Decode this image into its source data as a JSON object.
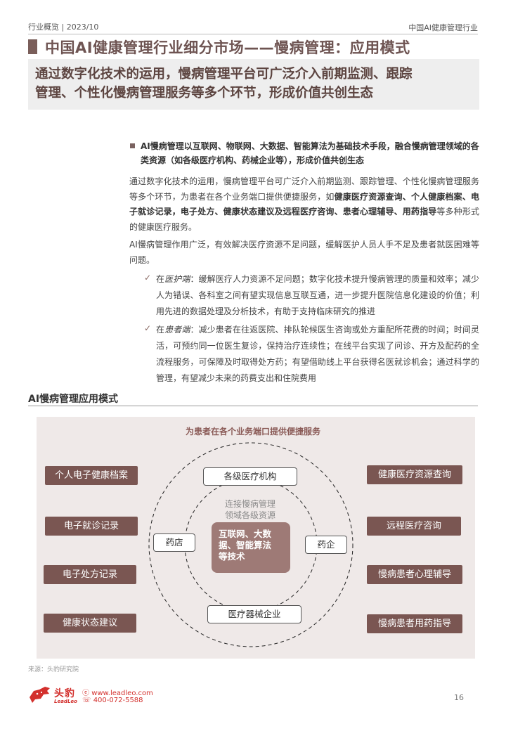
{
  "header": {
    "left": "行业概览 | 2023/10",
    "right": "中国AI健康管理行业"
  },
  "title": "中国AI健康管理行业细分市场——慢病管理：应用模式",
  "summary": {
    "line1": "通过数字化技术的运用，慢病管理平台可广泛介入前期监测、跟踪",
    "line2": "管理、个性化慢病管理服务等多个环节，形成价值共创生态"
  },
  "bullet": "AI慢病管理以互联网、物联网、大数据、智能算法为基础技术手段，融合慢病管理领域的各类资源（如各级医疗机构、药械企业等），形成价值共创生态",
  "para1": {
    "intro": "通过数字化技术的运用，慢病管理平台可广泛介入前期监测、跟踪管理、个性化慢病管理服务等多个环节，为患者在各个业务端口提供便捷服务，如",
    "bold": "健康医疗资源查询、个人健康档案、电子就诊记录，电子处方、健康状态建议及远程医疗咨询、患者心理辅导、用药指导",
    "tail": "等多种形式的健康医疗服务。"
  },
  "para2": "AI慢病管理作用广泛，有效解决医疗资源不足问题，缓解医护人员人手不足及患者就医困难等问题。",
  "check_mark": "✓",
  "points": [
    {
      "prefix": "在",
      "term": "医护端",
      "text": "：缓解医疗人力资源不足问题；数字化技术提升慢病管理的质量和效率；减少人为错误、各科室之间有望实现信息互联互通，进一步提升医院信息化建设的价值；利用先进的数据处理及分析技术，有助于支持临床研究的推进"
    },
    {
      "prefix": "在",
      "term": "患者端",
      "text": "：减少患者在往返医院、排队轮候医生咨询或处方重配所花费的时间；时间灵活，可预约同一位医生复诊，保持治疗连续性；在线平台实现了问诊、开方及配药的全流程服务，可保障及时取得处方药；有望借助线上平台获得名医就诊机会；通过科学的管理，有望减少未来的药费支出和住院费用"
    }
  ],
  "section_title": "AI慢病管理应用模式",
  "diagram": {
    "title": "为患者在各个业务端口提供便捷服务",
    "left_services": [
      "个人电子健康档案",
      "电子就诊记录",
      "电子处方记录",
      "健康状态建议"
    ],
    "right_services": [
      "健康医疗资源查询",
      "远程医疗咨询",
      "慢病患者心理辅导",
      "慢病患者用药指导"
    ],
    "nodes": {
      "top": "各级医疗机构",
      "left": "药店",
      "right": "药企",
      "bottom": "医疗器械企业"
    },
    "center_label": [
      "连接慢病管理",
      "领域各级资源"
    ],
    "center_box": [
      "互联网、大数",
      "据、智能算法",
      "等技术"
    ]
  },
  "source": "来源：头豹研究院",
  "footer": {
    "logo_cn": "头豹",
    "logo_en": "LeadLeo",
    "url": "www.leadleo.com",
    "tel": "400-072-5588",
    "page": "16"
  },
  "colors": {
    "brand": "#7a5652",
    "accent_red": "#d3302d",
    "panel_bg": "#efe9e8"
  }
}
